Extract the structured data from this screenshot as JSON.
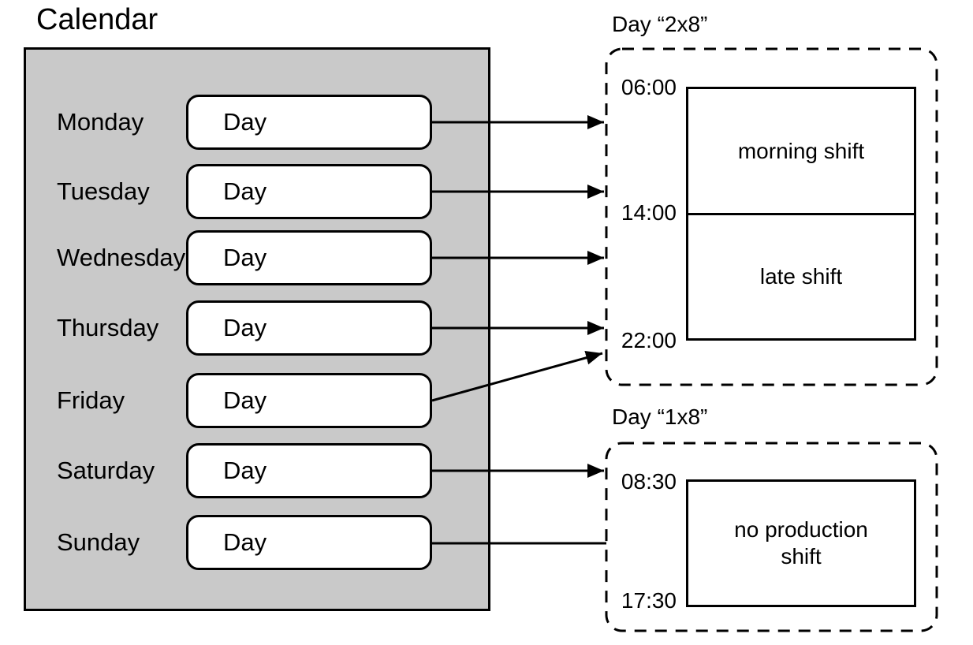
{
  "title": "Calendar",
  "calendar": {
    "days": [
      {
        "name": "Monday",
        "box_label": "Day"
      },
      {
        "name": "Tuesday",
        "box_label": "Day"
      },
      {
        "name": "Wednesday",
        "box_label": "Day"
      },
      {
        "name": "Thursday",
        "box_label": "Day"
      },
      {
        "name": "Friday",
        "box_label": "Day"
      },
      {
        "name": "Saturday",
        "box_label": "Day"
      },
      {
        "name": "Sunday",
        "box_label": "Day"
      }
    ]
  },
  "day_types": [
    {
      "title": "Day “2x8”",
      "times": [
        "06:00",
        "14:00",
        "22:00"
      ],
      "shifts": [
        "morning shift",
        "late shift"
      ]
    },
    {
      "title": "Day “1x8”",
      "times": [
        "08:30",
        "17:30"
      ],
      "shifts": [
        "no production shift"
      ]
    }
  ],
  "connections": [
    {
      "from": "Monday",
      "to": "Day “2x8”",
      "arrowhead": true
    },
    {
      "from": "Tuesday",
      "to": "Day “2x8”",
      "arrowhead": true
    },
    {
      "from": "Wednesday",
      "to": "Day “2x8”",
      "arrowhead": true
    },
    {
      "from": "Thursday",
      "to": "Day “2x8”",
      "arrowhead": true
    },
    {
      "from": "Friday",
      "to": "Day “2x8”",
      "arrowhead": true
    },
    {
      "from": "Saturday",
      "to": "Day “1x8”",
      "arrowhead": true
    },
    {
      "from": "Sunday",
      "to": "Day “1x8”",
      "arrowhead": false
    }
  ],
  "colors": {
    "background": "#ffffff",
    "panel_fill": "#c9c9c9",
    "box_fill": "#ffffff",
    "stroke": "#000000"
  }
}
